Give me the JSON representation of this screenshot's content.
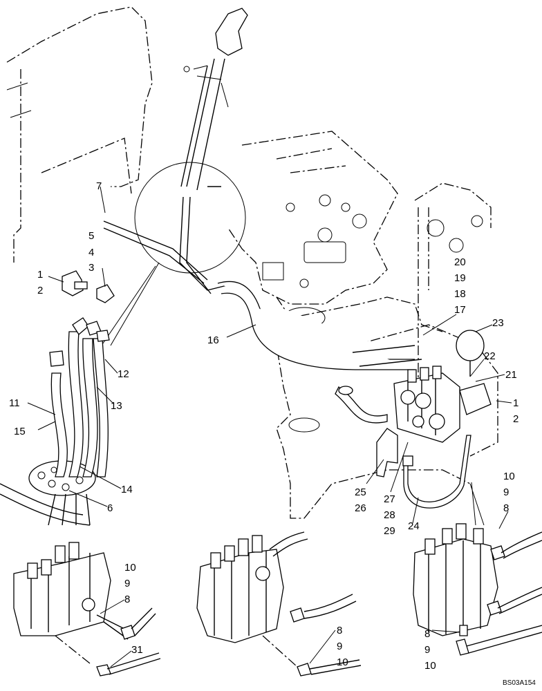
{
  "drawing": {
    "code": "BS03A154",
    "callouts": [
      "1",
      "2",
      "3",
      "4",
      "5",
      "6",
      "7",
      "8",
      "9",
      "10",
      "11",
      "12",
      "13",
      "14",
      "15",
      "16",
      "17",
      "18",
      "19",
      "20",
      "21",
      "22",
      "23",
      "24",
      "25",
      "26",
      "27",
      "28",
      "29",
      "31"
    ]
  }
}
